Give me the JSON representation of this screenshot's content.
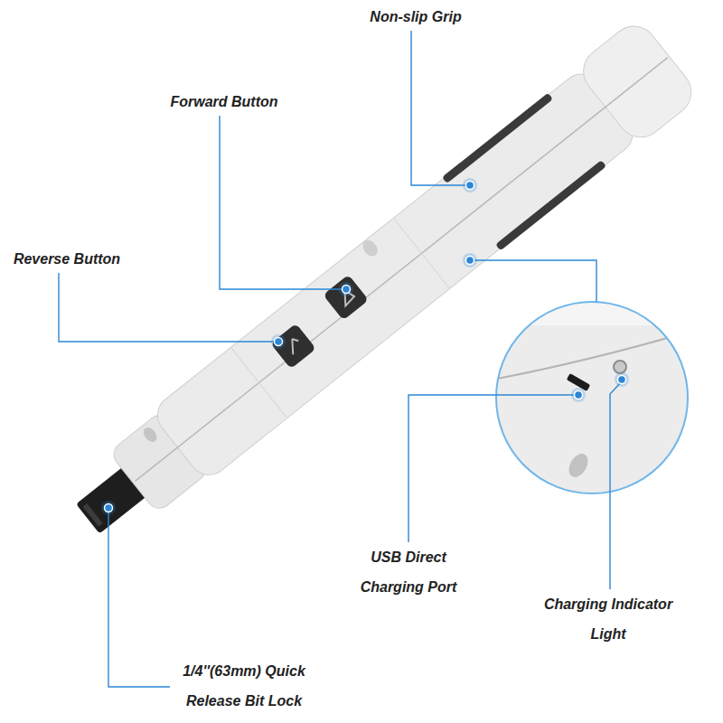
{
  "diagram": {
    "labels": [
      "Non-slip Grip",
      "Forward Button",
      "Reverse Button",
      "USB Direct Charging Port",
      "Charging Indicator Light",
      "1/4''(63mm) Quick Release Bit Lock"
    ]
  }
}
